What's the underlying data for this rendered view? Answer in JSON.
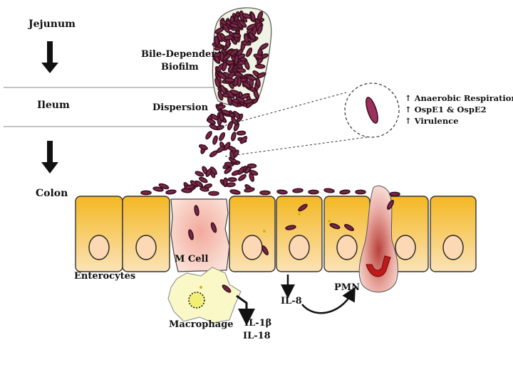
{
  "regions": {
    "jejunum": "Jejunum",
    "ileum": "Ileum",
    "colon": "Colon"
  },
  "labels": {
    "biofilm_line1": "Bile-Dependent",
    "biofilm_line2": "Biofilm",
    "dispersion": "Dispersion",
    "enterocytes": "Enterocytes",
    "m_cell": "M Cell",
    "macrophage": "Macrophage",
    "il1b": "IL-1β",
    "il18": "IL-18",
    "il8": "IL-8",
    "pmn": "PMN"
  },
  "inset_effects": [
    "↑ Anaerobic Respiration",
    "↑ OspE1 & OspE2",
    "↑ Virulence"
  ],
  "colors": {
    "bacteria": "#3a0f1f",
    "bacteria_inset": "#9b2f5e",
    "cell_top": "#f4b823",
    "cell_bottom": "#fbe3b8",
    "m_cell": "#f6c9bf",
    "macrophage": "#fbf8c8",
    "biofilm": "#eef3e3",
    "pmn_red": "#c01a1a"
  }
}
